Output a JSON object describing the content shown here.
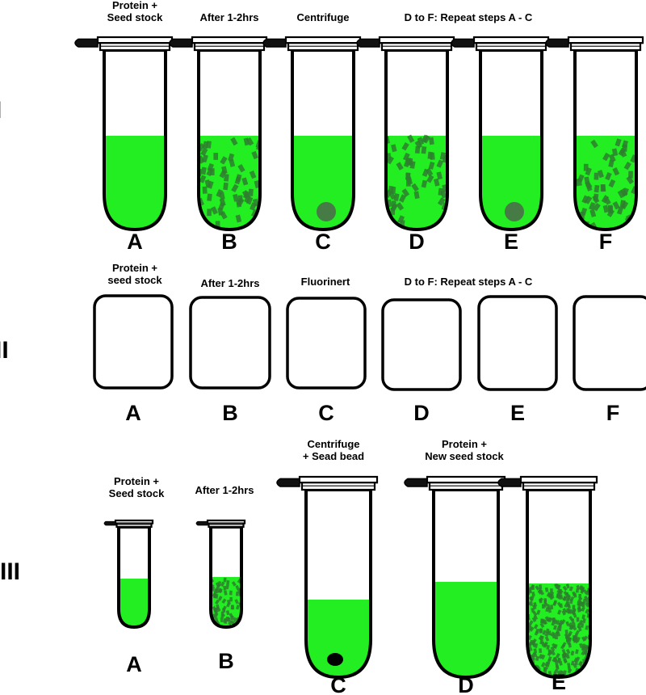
{
  "colors": {
    "liquid": "#22ee22",
    "crystal": "#2f7d2f",
    "pellet": "#4a6e4a",
    "bead": "#000000",
    "outline": "#000000"
  },
  "section_I": {
    "label": "I",
    "headers": {
      "a": "Protein +\nSeed stock",
      "b": "After 1-2hrs",
      "c": "Centrifuge",
      "repeat": "D to F: Repeat steps A - C"
    },
    "letters": [
      "A",
      "B",
      "C",
      "D",
      "E",
      "F"
    ]
  },
  "section_II": {
    "label": "II",
    "headers": {
      "a": "Protein +\nseed stock",
      "b": "After 1-2hrs",
      "c": "Fluorinert",
      "repeat": "D to F: Repeat steps A - C"
    },
    "letters": [
      "A",
      "B",
      "C",
      "D",
      "E",
      "F"
    ]
  },
  "section_III": {
    "label": "III",
    "headers": {
      "a": "Protein +\nSeed stock",
      "b": "After 1-2hrs",
      "c": "Centrifuge\n+ Sead bead",
      "d": "Protein +\nNew seed stock"
    },
    "letters": [
      "A",
      "B",
      "C",
      "D",
      "E"
    ]
  }
}
